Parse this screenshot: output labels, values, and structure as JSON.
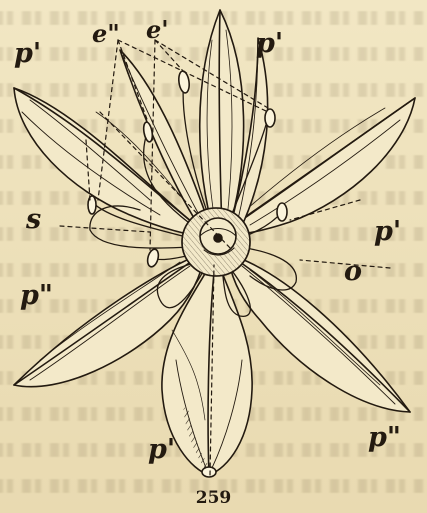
{
  "figure": {
    "number": "259",
    "labels": {
      "p_prime_top_left": "p'",
      "e_double_prime": "e\"",
      "e_prime": "e'",
      "p_prime_top_right": "p'",
      "s": "s",
      "p_prime_right": "p'",
      "o": "o",
      "p_double_prime_left": "p\"",
      "p_prime_bottom": "p'",
      "p_double_prime_bottom_right": "p\""
    }
  },
  "colors": {
    "paper": "#efe3bd",
    "ink": "#231a10"
  }
}
